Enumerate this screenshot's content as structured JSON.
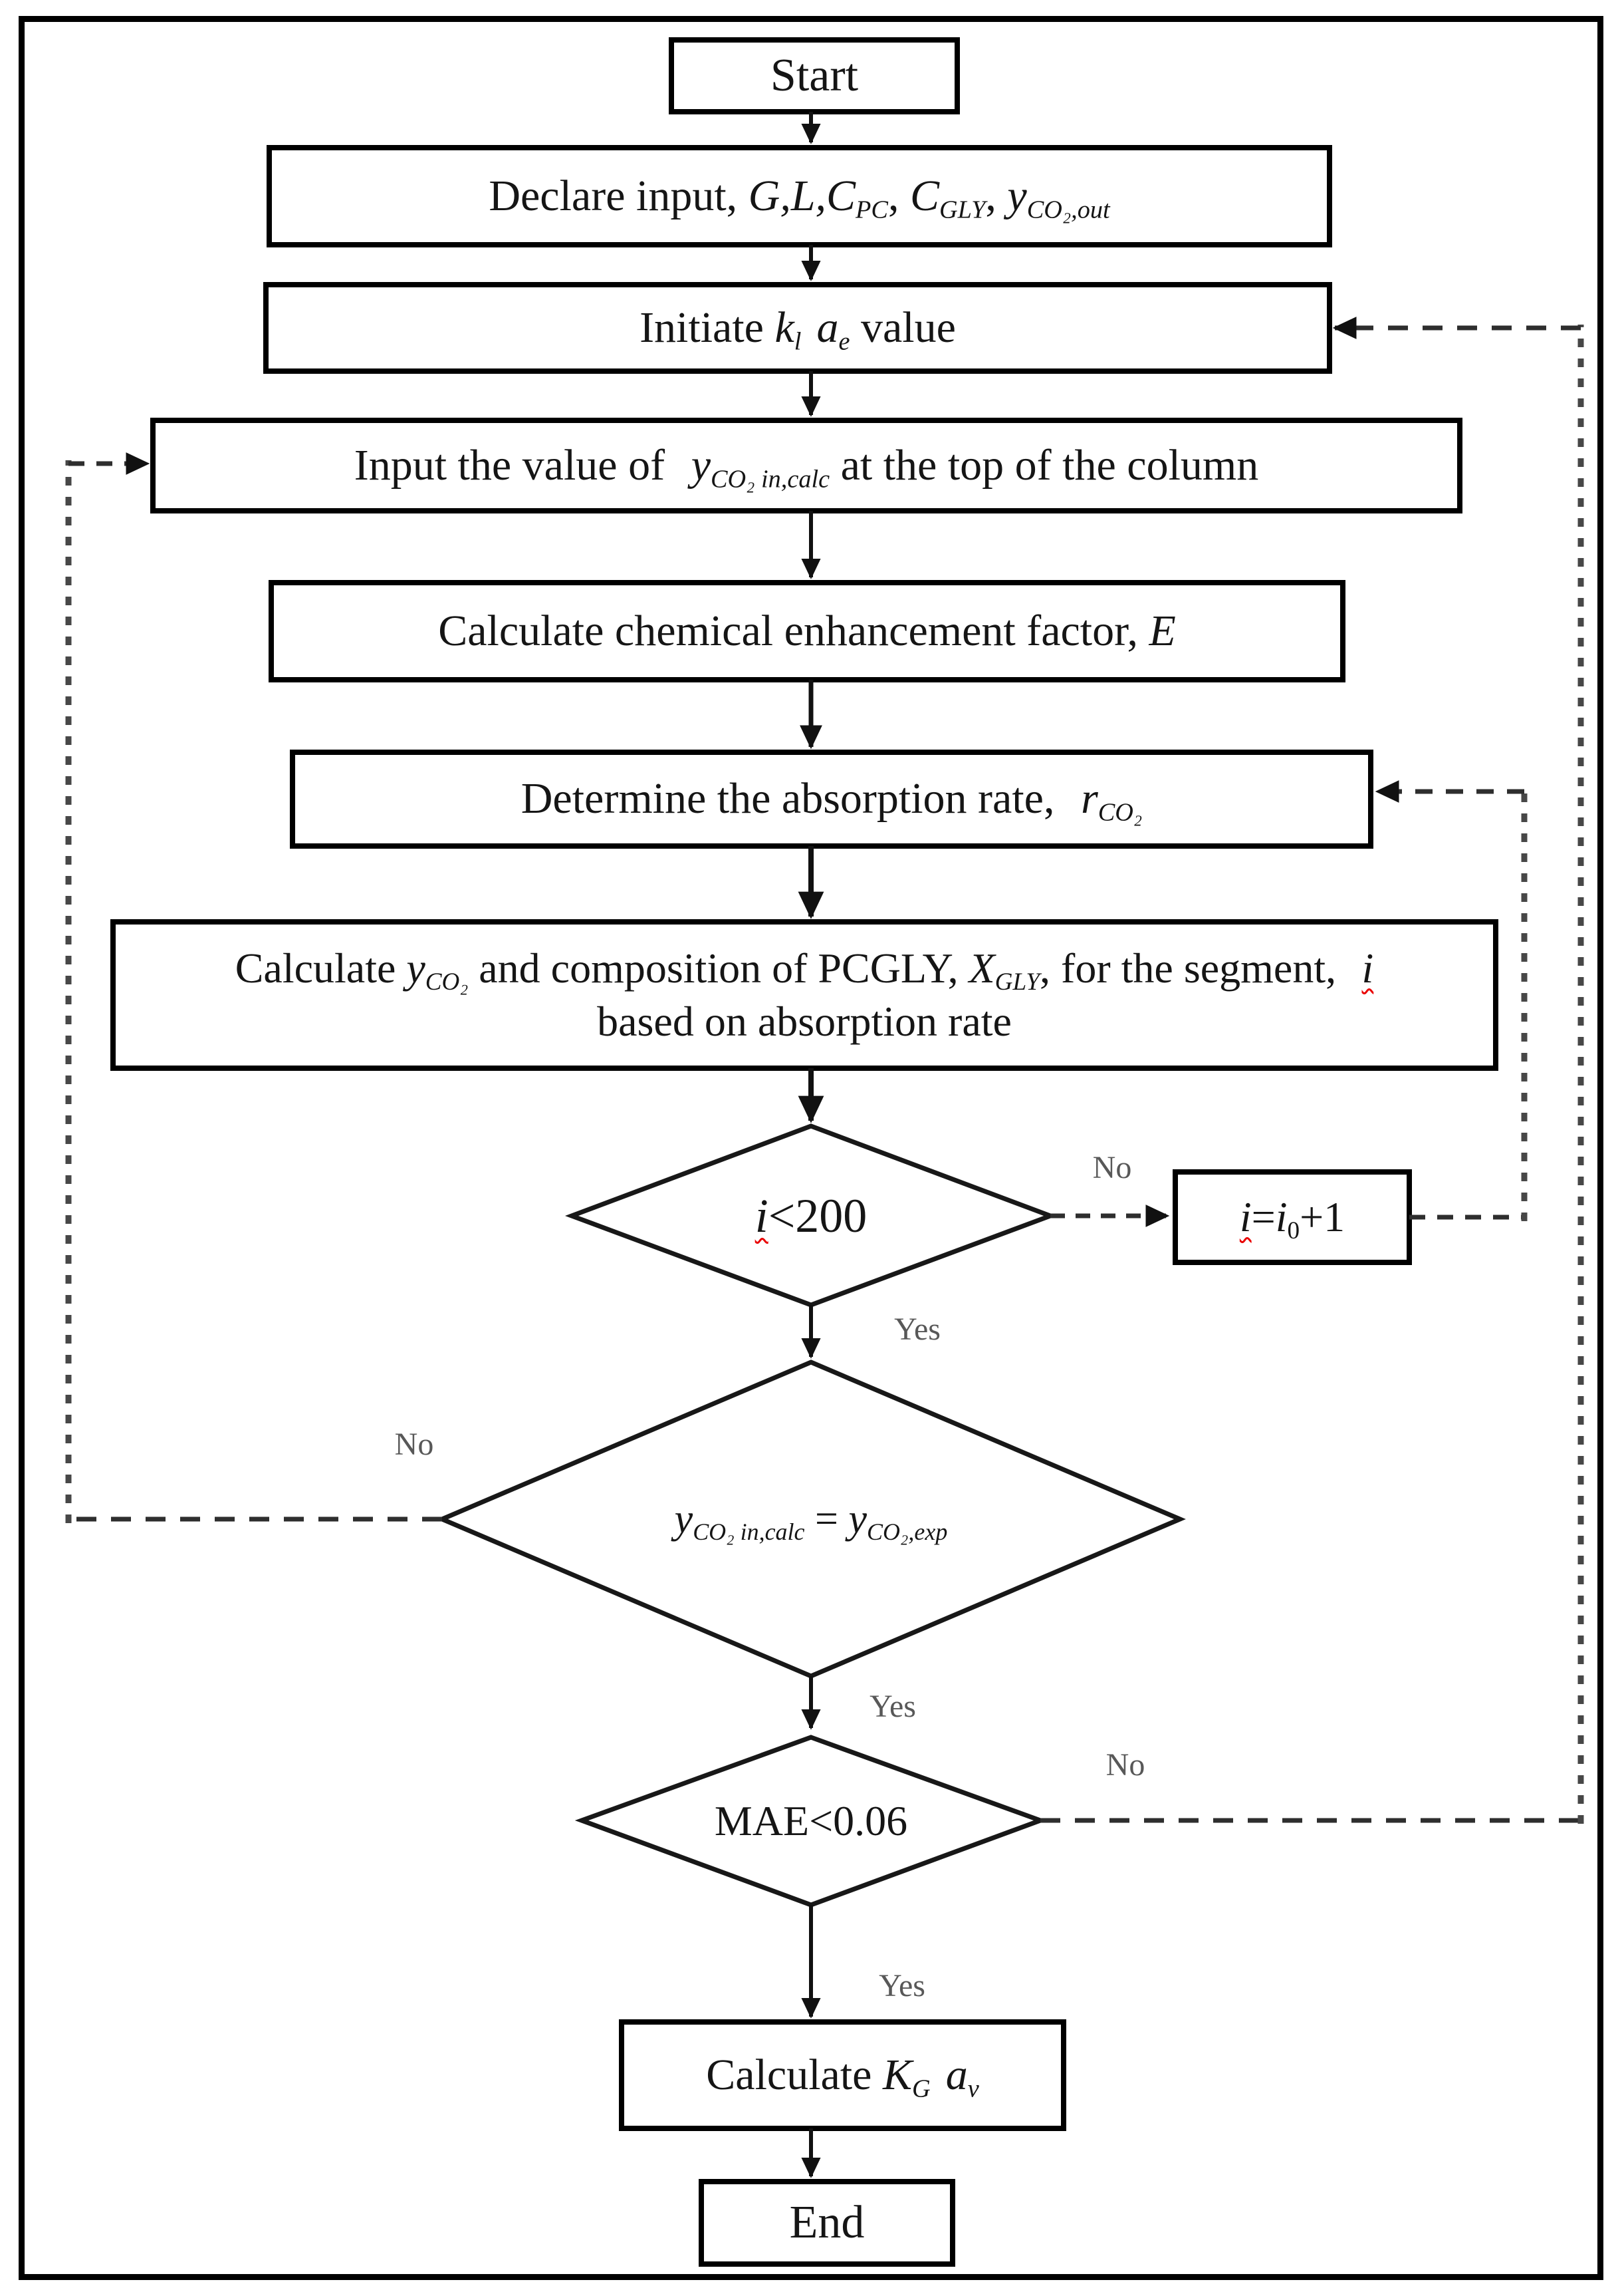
{
  "colors": {
    "box_border": "#000000",
    "solid_line": "#111111",
    "dashed_line": "#2e2e2e",
    "dashed_vertical": "#474747",
    "edge_label": "#585858",
    "spellcheck_squiggle": "#e90000",
    "background": "#ffffff"
  },
  "labels": {
    "yes": "Yes",
    "no": "No"
  },
  "nodes": {
    "start": {
      "text": "Start"
    },
    "declare": {
      "parts": [
        "Declare input, ",
        "G,L,C",
        "PC",
        ", ",
        "C",
        "GLY",
        ", ",
        "y",
        "CO₂,out"
      ]
    },
    "initiate": {
      "parts": [
        "Initiate ",
        "k",
        "l",
        "a",
        "e",
        " value"
      ]
    },
    "input_top": {
      "parts": [
        "Input the value of ",
        "y",
        "CO₂ in,calc",
        " at the top of the column"
      ]
    },
    "calc_e": {
      "parts": [
        "Calculate chemical enhancement factor, ",
        "E"
      ]
    },
    "determine_rate": {
      "parts": [
        "Determine the absorption rate, ",
        "r",
        "CO₂"
      ]
    },
    "calc_yco2": {
      "line1": [
        "Calculate ",
        "y",
        "CO₂",
        " and composition of PCGLY, ",
        "X",
        "GLY",
        ", for the segment, ",
        "i"
      ],
      "line2": "based on absorption rate"
    },
    "decision_i": {
      "parts": [
        "i",
        "<200"
      ]
    },
    "increment": {
      "parts": [
        "i",
        "=",
        "i",
        "0",
        "+1"
      ]
    },
    "decision_y": {
      "parts": [
        "y",
        "CO₂ in,calc",
        " = ",
        "y",
        "CO₂,exp"
      ]
    },
    "decision_mae": {
      "text": "MAE<0.06"
    },
    "calc_kga": {
      "parts": [
        "Calculate ",
        "K",
        "G",
        "a",
        "v"
      ]
    },
    "end": {
      "text": "End"
    }
  },
  "edges": [
    {
      "from": "start",
      "to": "declare",
      "style": "solid"
    },
    {
      "from": "declare",
      "to": "initiate",
      "style": "solid"
    },
    {
      "from": "initiate",
      "to": "input_top",
      "style": "solid"
    },
    {
      "from": "input_top",
      "to": "calc_e",
      "style": "solid"
    },
    {
      "from": "calc_e",
      "to": "determine_rate",
      "style": "solid"
    },
    {
      "from": "determine_rate",
      "to": "calc_yco2",
      "style": "solid"
    },
    {
      "from": "calc_yco2",
      "to": "decision_i",
      "style": "solid"
    },
    {
      "from": "decision_i",
      "to": "increment",
      "label": "No",
      "style": "dashed"
    },
    {
      "from": "increment",
      "to": "determine_rate",
      "style": "dashed"
    },
    {
      "from": "decision_i",
      "to": "decision_y",
      "label": "Yes",
      "style": "solid"
    },
    {
      "from": "decision_y",
      "to": "input_top",
      "label": "No",
      "style": "dashed"
    },
    {
      "from": "decision_y",
      "to": "decision_mae",
      "label": "Yes",
      "style": "solid"
    },
    {
      "from": "decision_mae",
      "to": "initiate",
      "label": "No",
      "style": "dashed"
    },
    {
      "from": "decision_mae",
      "to": "calc_kga",
      "label": "Yes",
      "style": "solid"
    },
    {
      "from": "calc_kga",
      "to": "end",
      "style": "solid"
    }
  ]
}
